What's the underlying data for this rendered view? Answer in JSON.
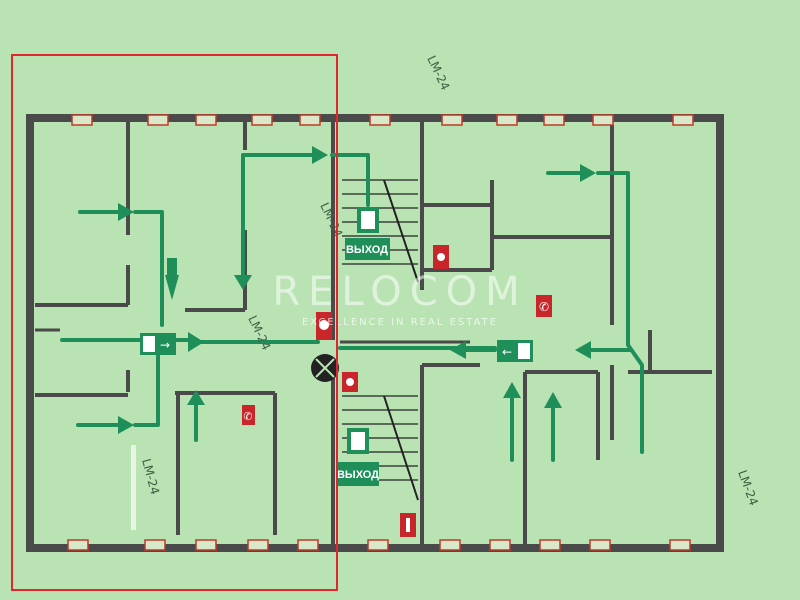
{
  "plan": {
    "wall_color": "#4a4a4a",
    "arrow_color": "#1f8f5a",
    "highlight_color": "#e2262b",
    "exit_signs": [
      "ВЫХОД",
      "ВЫХОД"
    ],
    "labels": [
      "LM-24",
      "LM-24",
      "LM-24",
      "LM-24",
      "LM-24"
    ],
    "icons": [
      "phone-icon",
      "fire-extinguisher-icon",
      "fire-alarm-icon",
      "running-man-icon"
    ]
  },
  "watermark": {
    "brand": "RELOCOM",
    "tagline": "EXCELLENCE IN REAL ESTATE"
  }
}
